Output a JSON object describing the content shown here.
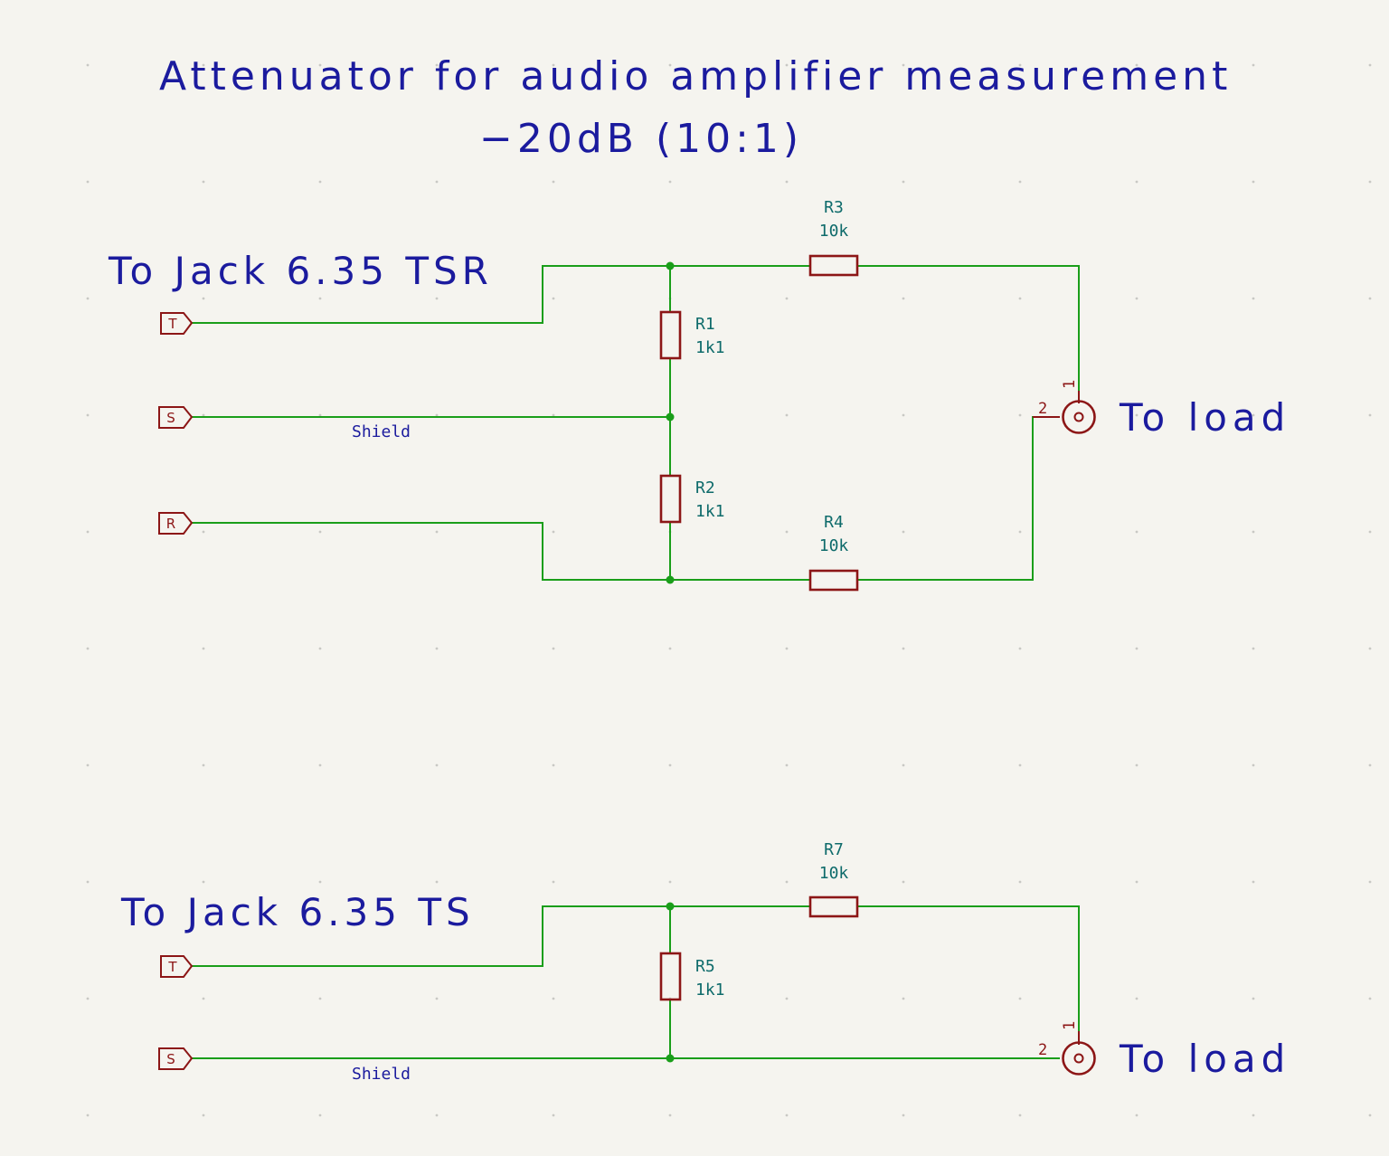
{
  "title": {
    "line1": "Attenuator for audio amplifier measurement",
    "line2": "−20dB (10:1)"
  },
  "tsr_section": {
    "heading": "To Jack 6.35 TSR",
    "ports": [
      "T",
      "S",
      "R"
    ],
    "net_label": "Shield",
    "load_label": "To load",
    "connector_pins": [
      "1",
      "2"
    ],
    "resistors": [
      {
        "ref": "R3",
        "value": "10k"
      },
      {
        "ref": "R1",
        "value": "1k1"
      },
      {
        "ref": "R2",
        "value": "1k1"
      },
      {
        "ref": "R4",
        "value": "10k"
      }
    ]
  },
  "ts_section": {
    "heading": "To Jack 6.35 TS",
    "ports": [
      "T",
      "S"
    ],
    "net_label": "Shield",
    "load_label": "To load",
    "connector_pins": [
      "1",
      "2"
    ],
    "resistors": [
      {
        "ref": "R7",
        "value": "10k"
      },
      {
        "ref": "R5",
        "value": "1k1"
      }
    ]
  },
  "colors": {
    "background": "#f5f4ef",
    "wire": "#1a9e1a",
    "component": "#8c1616",
    "text": "#1b1b9e",
    "reference": "#0e6b6b"
  }
}
